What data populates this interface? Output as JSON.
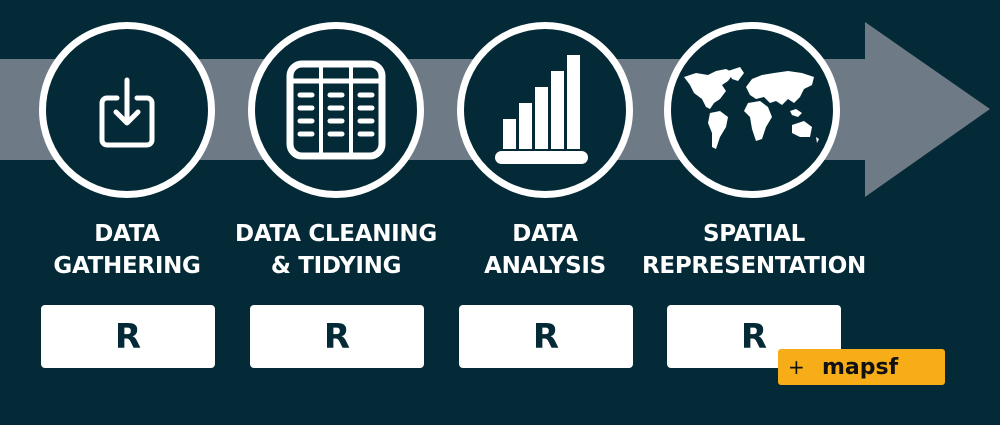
{
  "colors": {
    "background": "#052a37",
    "arrow": "#6e7a85",
    "accent": "#f7ad18",
    "white": "#ffffff"
  },
  "steps": [
    {
      "icon": "download-icon",
      "line1": "DATA",
      "line2": "GATHERING",
      "tool": "R"
    },
    {
      "icon": "table-icon",
      "line1": "DATA CLEANING",
      "line2": "& TIDYING",
      "tool": "R"
    },
    {
      "icon": "bar-chart-icon",
      "line1": "DATA",
      "line2": "ANALYSIS",
      "tool": "R"
    },
    {
      "icon": "world-map-icon",
      "line1": "SPATIAL",
      "line2": "REPRESENTATION",
      "tool": "R"
    }
  ],
  "addon": {
    "plus": "+",
    "name": "mapsf"
  }
}
